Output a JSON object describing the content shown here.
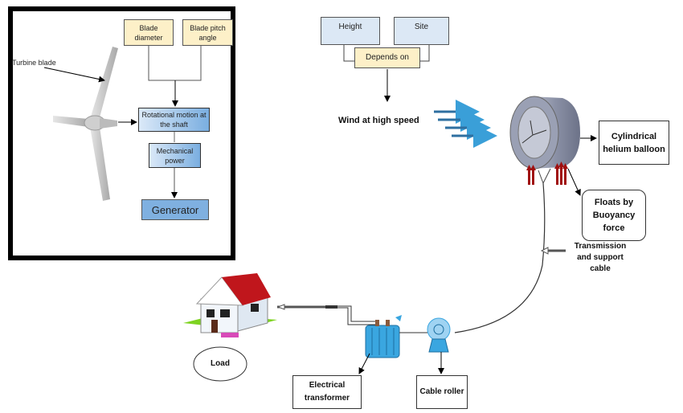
{
  "inset": {
    "turbine_label": "Turbine blade",
    "blade_diameter": "Blade diameter",
    "blade_pitch_angle": "Blade pitch angle",
    "rotational_motion": "Rotational motion at the shaft",
    "mechanical_power": "Mechanical power",
    "generator": "Generator"
  },
  "top": {
    "height": "Height",
    "site": "Site",
    "depends_on": "Depends on",
    "wind": "Wind at high speed"
  },
  "balloon": {
    "cylindrical": "Cylindrical helium balloon",
    "floats": "Floats by Buoyancy force",
    "cable": "Transmission and support cable"
  },
  "bottom": {
    "load": "Load",
    "transformer": "Electrical transformer",
    "roller": "Cable roller"
  },
  "colors": {
    "wind_arrow": "#3a9fd8",
    "buoyancy_arrow": "#a01010",
    "roof": "#c0161c",
    "grass": "#7ed321",
    "device_blue": "#3aa6e0"
  }
}
